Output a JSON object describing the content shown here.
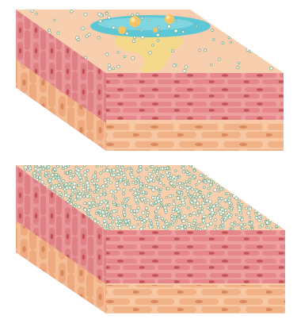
{
  "figure": {
    "panels": [
      {
        "id": "top",
        "state": "localized-deposit-on-surface"
      },
      {
        "id": "bottom",
        "state": "dense-particle-coverage"
      }
    ],
    "colors": {
      "surface": "#f7cfae",
      "muscle_light": "#eea0a0",
      "muscle_mid": "#e6878b",
      "muscle_dark": "#cf6c70",
      "fat_light": "#f8c8a4",
      "fat_mid": "#f2b287",
      "fat_dark": "#e89d72",
      "nucleus": "#c25458",
      "fat_nucleus": "#d98a5f",
      "particle_stroke": "#7aa88c",
      "droplet_blue": "#5ec7d6",
      "droplet_yellow": "#f4d98a"
    }
  }
}
